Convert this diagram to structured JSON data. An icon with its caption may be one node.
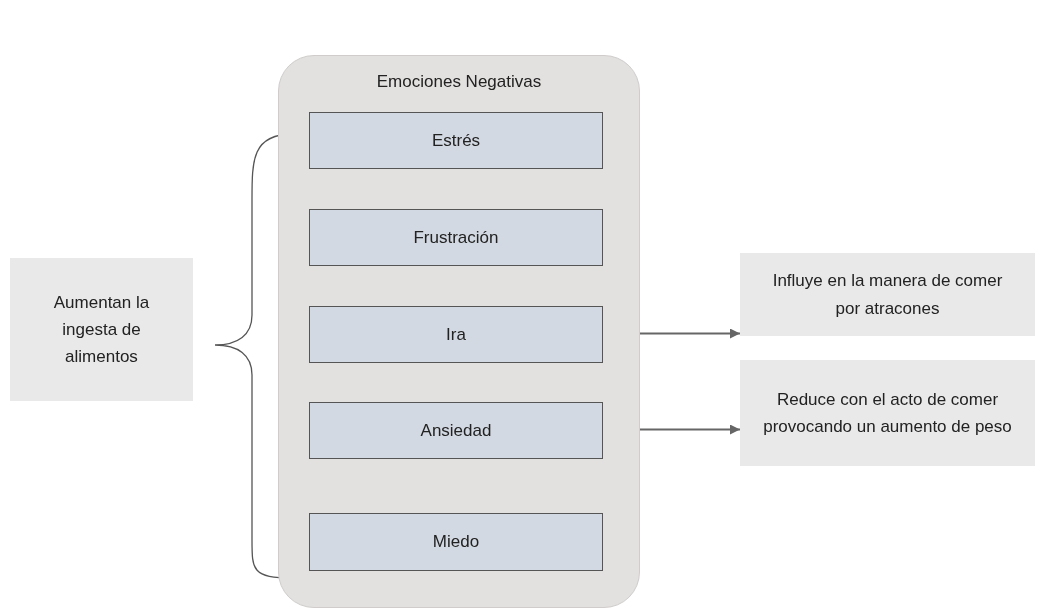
{
  "diagram": {
    "nodes": [
      {
        "text": [
          "Aumentan la ingesta de alimentos"
        ]
      },
      {
        "text": [
          "Emociones Negativas"
        ]
      },
      {
        "text": [
          "Estrés"
        ],
        "in": 1
      },
      {
        "text": [
          "Frustración"
        ],
        "in": 1
      },
      {
        "text": [
          "Ira"
        ],
        "in": 1
      },
      {
        "text": [
          "Ansiedad"
        ],
        "in": 1
      },
      {
        "text": [
          "Miedo"
        ],
        "in": 1
      },
      {
        "text": [
          "Influye en la manera de comer por atracones"
        ]
      },
      {
        "text": [
          "Reduce con el acto de comer provocando un aumento de peso"
        ]
      }
    ],
    "edges": [
      {
        "from": 4,
        "to": 7,
        "arrow": "to"
      },
      {
        "from": 5,
        "to": 8,
        "arrow": "to"
      }
    ]
  }
}
